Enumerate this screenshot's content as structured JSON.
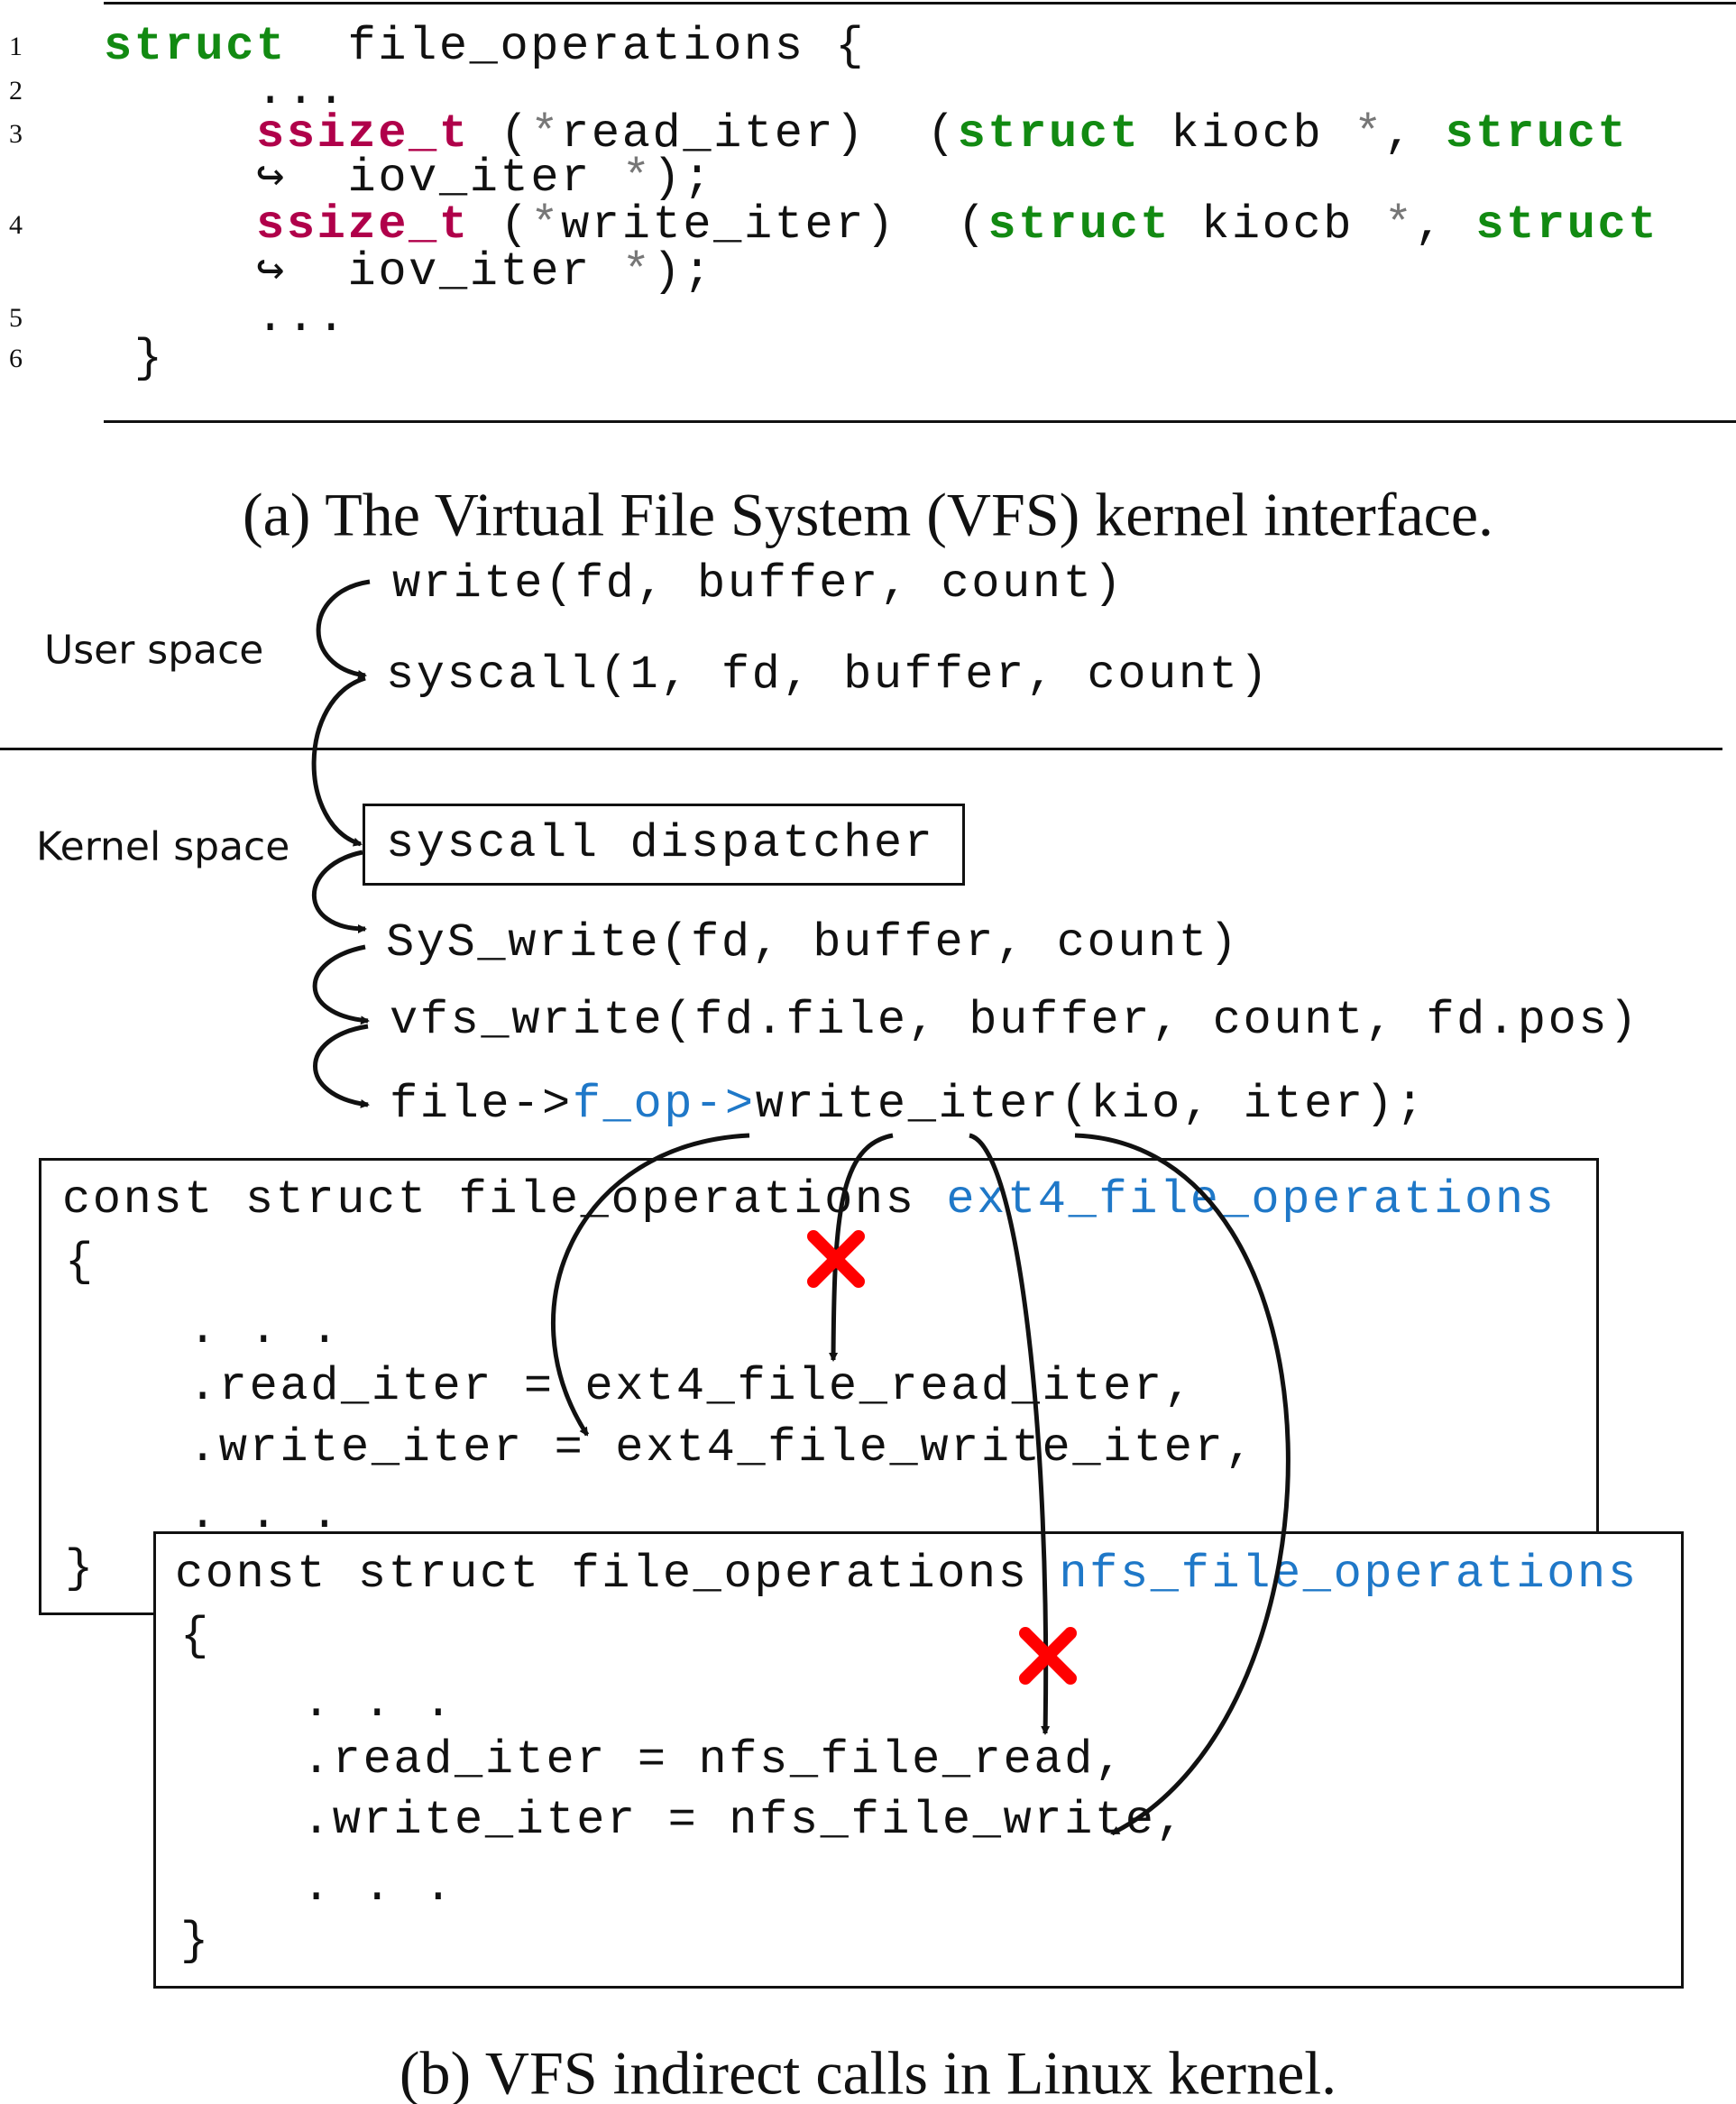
{
  "listing": {
    "lines": [
      {
        "num": "1",
        "tokens": [
          [
            "kw",
            "struct"
          ],
          [
            "",
            "  file_operations {"
          ]
        ]
      },
      {
        "num": "2",
        "tokens": [
          [
            "",
            "     ..."
          ]
        ]
      },
      {
        "num": "3",
        "tokens": [
          [
            "",
            "     "
          ],
          [
            "ty",
            "ssize_t"
          ],
          [
            "",
            " ("
          ],
          [
            "op",
            "*"
          ],
          [
            "",
            "read_iter)  ("
          ],
          [
            "kw",
            "struct"
          ],
          [
            "",
            " kiocb "
          ],
          [
            "op",
            "*"
          ],
          [
            "",
            ", "
          ],
          [
            "kw",
            "struct"
          ]
        ]
      },
      {
        "num": "",
        "tokens": [
          [
            "",
            "     ↪  iov_iter "
          ],
          [
            "op",
            "*"
          ],
          [
            "",
            ");"
          ]
        ]
      },
      {
        "num": "4",
        "tokens": [
          [
            "",
            "     "
          ],
          [
            "ty",
            "ssize_t"
          ],
          [
            "",
            " ("
          ],
          [
            "op",
            "*"
          ],
          [
            "",
            "write_iter)  ("
          ],
          [
            "kw",
            "struct"
          ],
          [
            "",
            " kiocb "
          ],
          [
            "op",
            "*"
          ],
          [
            "",
            ", "
          ],
          [
            "kw",
            "struct"
          ]
        ]
      },
      {
        "num": "",
        "tokens": [
          [
            "",
            "     ↪  iov_iter "
          ],
          [
            "op",
            "*"
          ],
          [
            "",
            ");"
          ]
        ]
      },
      {
        "num": "5",
        "tokens": [
          [
            "",
            "     ..."
          ]
        ]
      },
      {
        "num": "6",
        "tokens": [
          [
            "",
            " }"
          ]
        ]
      }
    ]
  },
  "caption_a": "(a) The Virtual File System (VFS) kernel interface.",
  "caption_b": "(b) VFS indirect calls in Linux kernel.",
  "diagram": {
    "user_space_label": "User space",
    "kernel_space_label": "Kernel space",
    "write_call": "write(fd, buffer, count)",
    "syscall_call": "syscall(1, fd, buffer, count)",
    "dispatcher": "syscall dispatcher",
    "sys_write": "SyS_write(fd, buffer, count)",
    "vfs_write": "vfs_write(fd.file, buffer, count, fd.pos)",
    "indirect": {
      "pre": "file->",
      "fop": "f_op->",
      "post": "write_iter(kio, iter);"
    },
    "ext4": {
      "decl": "const struct file_operations ",
      "name": "ext4_file_operations",
      "open": "{",
      "dots1": ". . .",
      "read": ".read_iter = ext4_file_read_iter,",
      "write": ".write_iter = ext4_file_write_iter,",
      "dots2": ". . .",
      "close": "}"
    },
    "nfs": {
      "decl": "const struct file_operations ",
      "name": "nfs_file_operations",
      "open": "{",
      "dots1": ". . .",
      "read": ".read_iter = nfs_file_read,",
      "write": ".write_iter = nfs_file_write,",
      "dots2": ". . .",
      "close": "}"
    }
  },
  "colors": {
    "keyword": "#128a12",
    "type": "#b0004a",
    "identifier": "#1f78c8",
    "invalid_mark": "#ff0000"
  }
}
